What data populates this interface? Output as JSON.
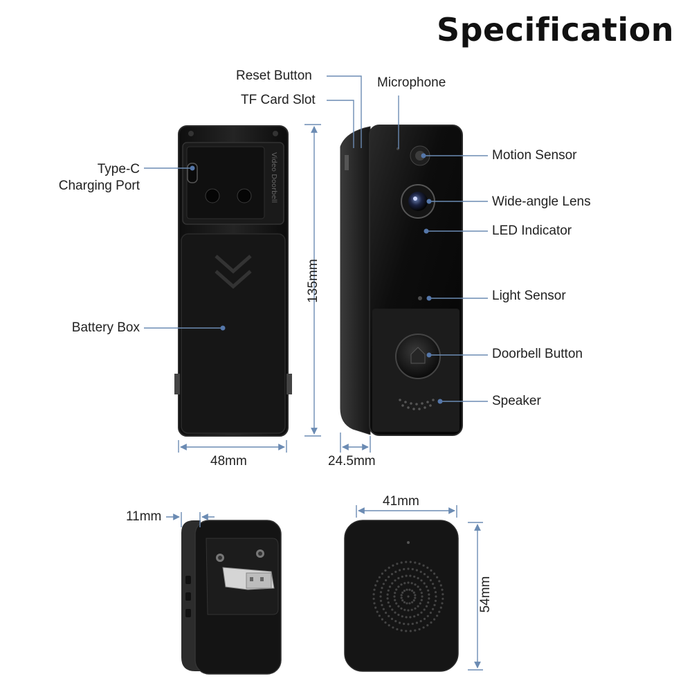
{
  "title": "Specification",
  "labels": {
    "reset_button": "Reset Button",
    "tf_card_slot": "TF Card Slot",
    "microphone": "Microphone",
    "type_c_line1": "Type-C",
    "type_c_line2": "Charging Port",
    "motion_sensor": "Motion Sensor",
    "wide_angle_lens": "Wide-angle Lens",
    "led_indicator": "LED Indicator",
    "battery_box": "Battery Box",
    "light_sensor": "Light Sensor",
    "doorbell_button": "Doorbell Button",
    "speaker": "Speaker"
  },
  "dimensions": {
    "height": "135mm",
    "width": "48mm",
    "depth": "24.5mm",
    "plug_depth": "11mm",
    "chime_width": "41mm",
    "chime_height": "54mm"
  },
  "back_panel_text": "Video Doorbell",
  "colors": {
    "device": "#141414",
    "device_edge": "#2b2b2b",
    "callout_line": "#6b8bb3",
    "callout_dot": "#5577aa"
  }
}
